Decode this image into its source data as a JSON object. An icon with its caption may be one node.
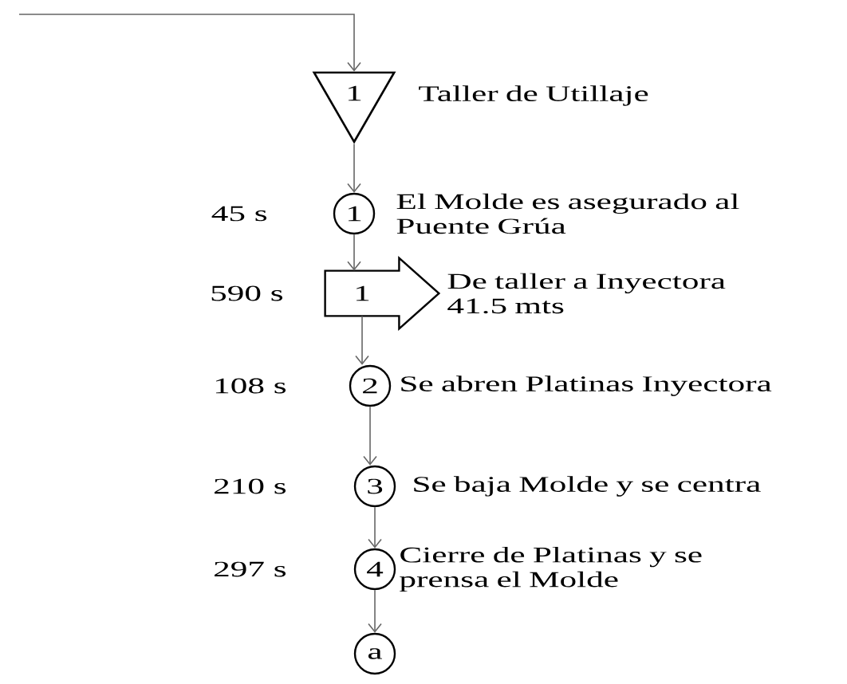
{
  "diagram": {
    "nodes": [
      {
        "text": [
          "1"
        ],
        "beside": [
          "Taller de Utillaje"
        ]
      },
      {
        "text": [
          "1"
        ],
        "beside": [
          "El Molde es asegurado al Puente Grúa",
          "45 s"
        ]
      },
      {
        "text": [
          "1"
        ],
        "beside": [
          "De taller a Inyectora 41.5 mts",
          "590 s"
        ]
      },
      {
        "text": [
          "2"
        ],
        "beside": [
          "Se abren Platinas Inyectora",
          "108 s"
        ]
      },
      {
        "text": [
          "3"
        ],
        "beside": [
          "Se baja Molde y se centra",
          "210 s"
        ]
      },
      {
        "text": [
          "4"
        ],
        "beside": [
          "Cierre de Platinas y se prensa el Molde",
          "297 s"
        ]
      },
      {
        "text": [
          "a"
        ]
      }
    ],
    "edges": [
      {
        "from": null,
        "to": 0,
        "arrow": "to"
      },
      {
        "from": 0,
        "to": 1,
        "arrow": "to"
      },
      {
        "from": 1,
        "to": 2,
        "arrow": "to"
      },
      {
        "from": 2,
        "to": 3,
        "arrow": "to"
      },
      {
        "from": 3,
        "to": 4,
        "arrow": "to"
      },
      {
        "from": 4,
        "to": 5,
        "arrow": "to"
      },
      {
        "from": 5,
        "to": 6,
        "arrow": "to"
      }
    ]
  }
}
